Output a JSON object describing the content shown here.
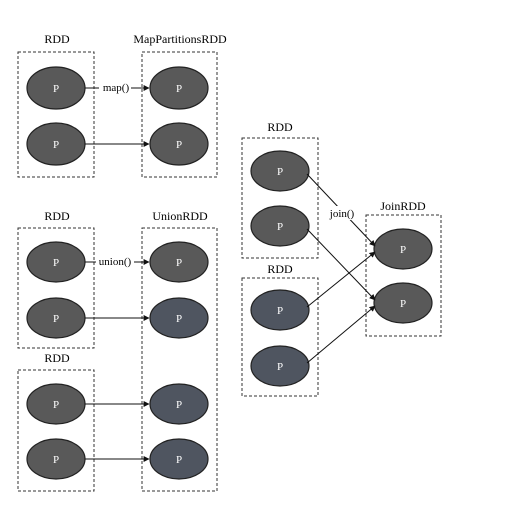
{
  "labels": {
    "map_src": "RDD",
    "map_dst": "MapPartitionsRDD",
    "union_src_a": "RDD",
    "union_src_b": "RDD",
    "union_dst": "UnionRDD",
    "join_src_a": "RDD",
    "join_src_b": "RDD",
    "join_dst": "JoinRDD"
  },
  "operations": {
    "map": "map()",
    "union": "union()",
    "join": "join()"
  },
  "partition_label": "P"
}
